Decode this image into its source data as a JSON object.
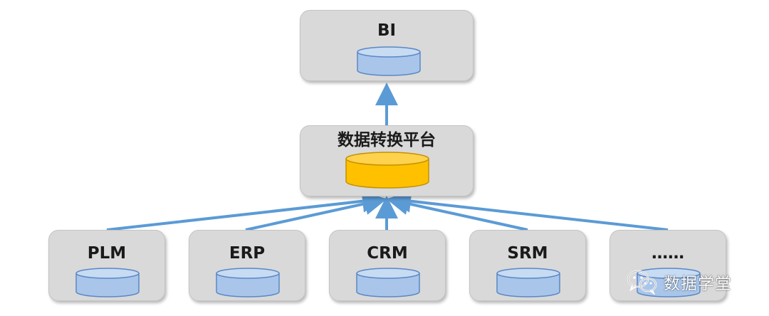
{
  "nodes": {
    "bi": {
      "label": "BI"
    },
    "platform": {
      "label": "数据转换平台"
    },
    "sources": [
      {
        "label": "PLM"
      },
      {
        "label": "ERP"
      },
      {
        "label": "CRM"
      },
      {
        "label": "SRM"
      },
      {
        "label": "……"
      }
    ]
  },
  "edges": [
    {
      "from": "PLM",
      "to": "数据转换平台"
    },
    {
      "from": "ERP",
      "to": "数据转换平台"
    },
    {
      "from": "CRM",
      "to": "数据转换平台"
    },
    {
      "from": "SRM",
      "to": "数据转换平台"
    },
    {
      "from": "……",
      "to": "数据转换平台"
    },
    {
      "from": "数据转换平台",
      "to": "BI"
    }
  ],
  "watermark": {
    "text": "数据学堂",
    "icon": "wechat-icon"
  },
  "colors": {
    "box_fill": "#d9d9d9",
    "arrow": "#5b9bd5",
    "db_blue_fill": "#a9c6ea",
    "db_blue_stroke": "#5b87c5",
    "db_gold_fill": "#ffc000",
    "db_gold_stroke": "#c49100"
  }
}
